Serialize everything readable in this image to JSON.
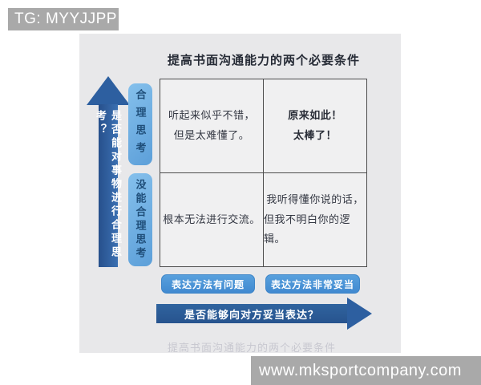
{
  "badge": {
    "text": "TG: MYYJJPP"
  },
  "footer": {
    "url": "www.mksportcompany.com"
  },
  "diagram": {
    "title": "提高书面沟通能力的两个必要条件",
    "watermark": "提高书面沟通能力的两个必要条件",
    "y_axis": {
      "question": "是否能对事物进行合理思考？",
      "positive_label": "合理思考",
      "negative_label": "没能合理思考"
    },
    "x_axis": {
      "question": "是否能够向对方妥当表达？",
      "negative_label": "表达方法有问题",
      "positive_label": "表达方法非常妥当"
    },
    "quadrants": [
      {
        "id": "top-left",
        "lines": [
          "听起来似乎不错，",
          "但是太难懂了。"
        ]
      },
      {
        "id": "top-right",
        "lines": [
          "原来如此！",
          "太棒了！"
        ]
      },
      {
        "id": "bottom-left",
        "lines": [
          "根本无法进行交流。"
        ]
      },
      {
        "id": "bottom-right",
        "lines": [
          "我听得懂你说的话，",
          "但我不明白你的逻辑。"
        ]
      }
    ]
  },
  "colors": {
    "arrow_blue": "#2d5fa0",
    "chip_light_blue": "#6fb0e2",
    "button_blue": "#4a94d8",
    "diagram_background": "#e8e8ea",
    "gray_bar": "#a9a9a9",
    "navy_text": "#1f4e79"
  }
}
